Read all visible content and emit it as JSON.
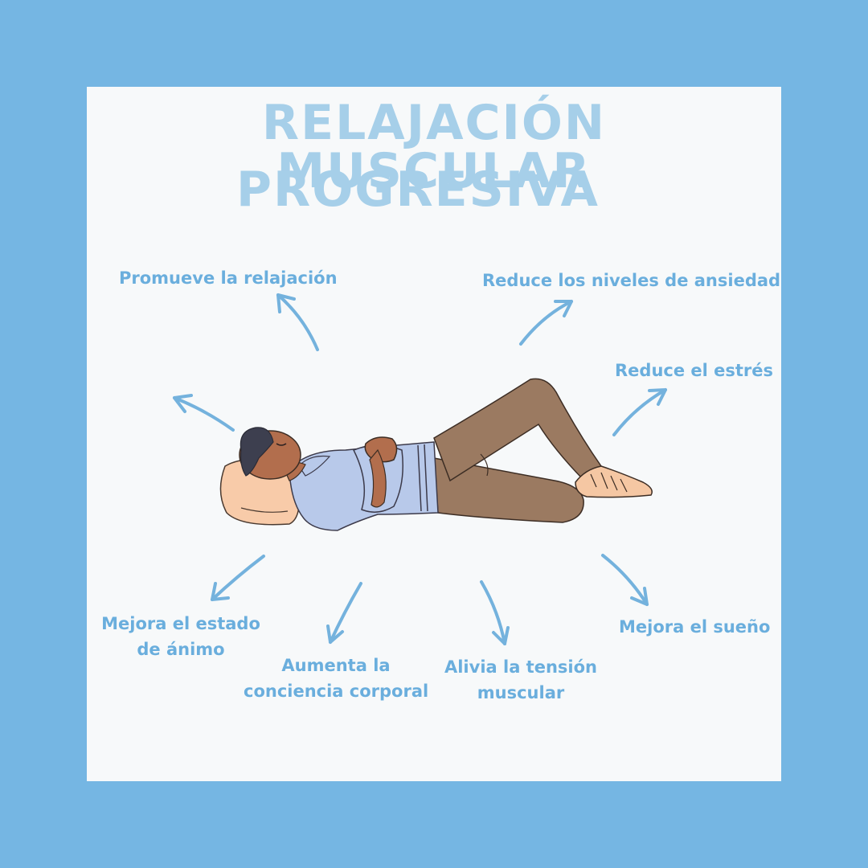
{
  "title": {
    "line1": "RELAJACIÓN MUSCULAR",
    "line2": "PROGRESIVA"
  },
  "benefits": {
    "promueve": "Promueve la relajación",
    "ansiedad": "Reduce los niveles de ansiedad",
    "estres": "Reduce el estrés",
    "animo_1": "Mejora el estado",
    "animo_2": "de ánimo",
    "conciencia_1": "Aumenta la",
    "conciencia_2": "conciencia corporal",
    "tension_1": "Alivia la tensión",
    "tension_2": "muscular",
    "sueno": "Mejora el sueño"
  },
  "colors": {
    "background": "#75b6e3",
    "panel": "#f7f9fa",
    "title": "#a6cfe9",
    "label": "#6aaedd",
    "arrow": "#74b2dd"
  }
}
